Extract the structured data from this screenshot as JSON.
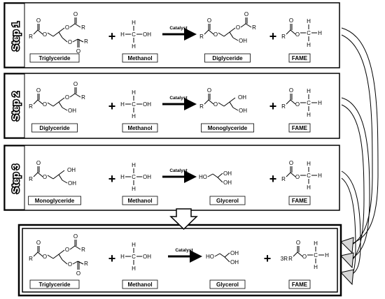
{
  "steps": [
    {
      "label": "Step 1",
      "catalyst": "Catalyst",
      "names": [
        "Triglyceride",
        "Methanol",
        "Diglyceride",
        "FAME"
      ]
    },
    {
      "label": "Step 2",
      "catalyst": "Catalyst",
      "names": [
        "Diglyceride",
        "Methanol",
        "Monoglyceride",
        "FAME"
      ]
    },
    {
      "label": "Step 3",
      "catalyst": "Catalyst",
      "names": [
        "Monoglyceride",
        "Methanol",
        "Glycerol",
        "FAME"
      ]
    }
  ],
  "overall": {
    "catalyst": "Catalyst",
    "names": [
      "Triglyceride",
      "Methanol",
      "Glycerol",
      "FAME"
    ],
    "coefficient": "3R"
  },
  "atoms": {
    "O": "O",
    "R": "R",
    "H": "H",
    "C": "C",
    "OH": "OH",
    "HO": "HO",
    "plus": "+"
  }
}
